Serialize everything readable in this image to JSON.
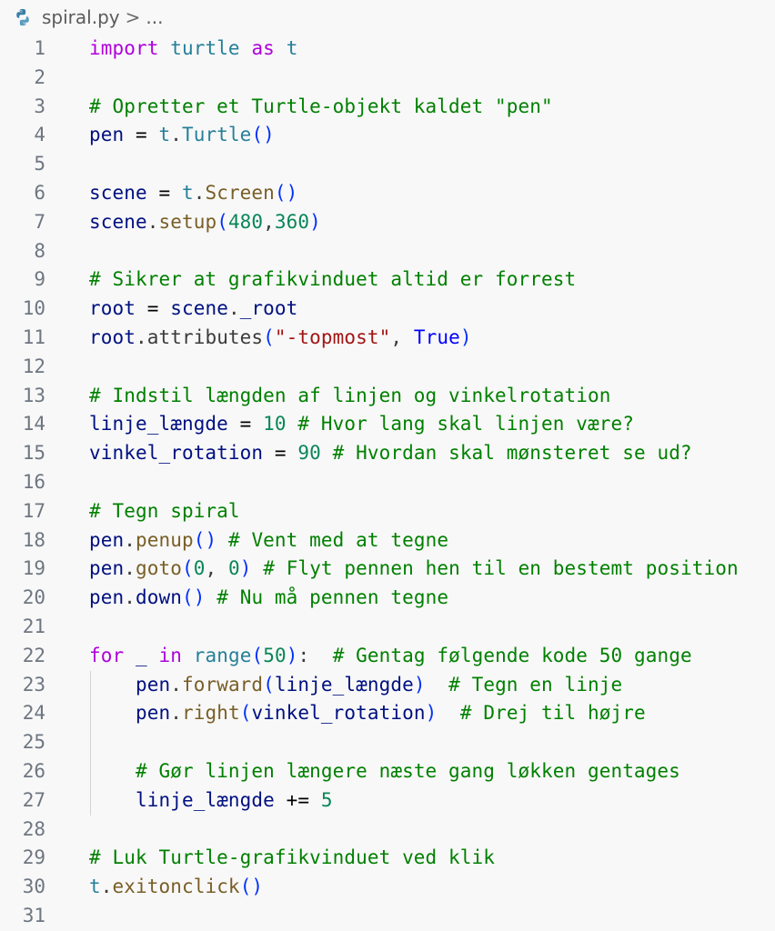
{
  "breadcrumb": {
    "file_icon": "python-icon",
    "filename": "spiral.py",
    "separator": ">",
    "ellipsis": "..."
  },
  "theme_colors": {
    "background": "#f8f8f8",
    "line_number": "#6e7681",
    "keyword": "#af00db",
    "module": "#267f99",
    "variable": "#001080",
    "function": "#795e26",
    "bracket": "#0431fa",
    "number": "#098658",
    "string": "#a31515",
    "constant": "#0000ff",
    "comment": "#008000"
  },
  "lines": [
    {
      "n": "1",
      "tokens": [
        [
          "kw",
          "import"
        ],
        [
          "punc",
          " "
        ],
        [
          "mod",
          "turtle"
        ],
        [
          "punc",
          " "
        ],
        [
          "kw",
          "as"
        ],
        [
          "punc",
          " "
        ],
        [
          "mod",
          "t"
        ]
      ]
    },
    {
      "n": "2",
      "tokens": []
    },
    {
      "n": "3",
      "tokens": [
        [
          "cmt",
          "# Opretter et Turtle-objekt kaldet \"pen\""
        ]
      ]
    },
    {
      "n": "4",
      "tokens": [
        [
          "var",
          "pen"
        ],
        [
          "op",
          " = "
        ],
        [
          "mod",
          "t"
        ],
        [
          "punc",
          "."
        ],
        [
          "mod",
          "Turtle"
        ],
        [
          "br",
          "()"
        ]
      ]
    },
    {
      "n": "5",
      "tokens": []
    },
    {
      "n": "6",
      "tokens": [
        [
          "var",
          "scene"
        ],
        [
          "op",
          " = "
        ],
        [
          "mod",
          "t"
        ],
        [
          "punc",
          "."
        ],
        [
          "fn",
          "Screen"
        ],
        [
          "br",
          "()"
        ]
      ]
    },
    {
      "n": "7",
      "tokens": [
        [
          "var",
          "scene"
        ],
        [
          "punc",
          "."
        ],
        [
          "fn",
          "setup"
        ],
        [
          "br",
          "("
        ],
        [
          "num",
          "480"
        ],
        [
          "punc",
          ","
        ],
        [
          "num",
          "360"
        ],
        [
          "br",
          ")"
        ]
      ]
    },
    {
      "n": "8",
      "tokens": []
    },
    {
      "n": "9",
      "tokens": [
        [
          "cmt",
          "# Sikrer at grafikvinduet altid er forrest"
        ]
      ]
    },
    {
      "n": "10",
      "tokens": [
        [
          "var",
          "root"
        ],
        [
          "op",
          " = "
        ],
        [
          "var",
          "scene"
        ],
        [
          "punc",
          "."
        ],
        [
          "var",
          "_root"
        ]
      ]
    },
    {
      "n": "11",
      "tokens": [
        [
          "var",
          "root"
        ],
        [
          "punc",
          "."
        ],
        [
          "punc",
          "attributes"
        ],
        [
          "br",
          "("
        ],
        [
          "str",
          "\"-topmost\""
        ],
        [
          "punc",
          ", "
        ],
        [
          "const",
          "True"
        ],
        [
          "br",
          ")"
        ]
      ]
    },
    {
      "n": "12",
      "tokens": []
    },
    {
      "n": "13",
      "tokens": [
        [
          "cmt",
          "# Indstil længden af linjen og vinkelrotation"
        ]
      ]
    },
    {
      "n": "14",
      "tokens": [
        [
          "var",
          "linje_længde"
        ],
        [
          "op",
          " = "
        ],
        [
          "num",
          "10"
        ],
        [
          "punc",
          " "
        ],
        [
          "cmt",
          "# Hvor lang skal linjen være?"
        ]
      ]
    },
    {
      "n": "15",
      "tokens": [
        [
          "var",
          "vinkel_rotation"
        ],
        [
          "op",
          " = "
        ],
        [
          "num",
          "90"
        ],
        [
          "punc",
          " "
        ],
        [
          "cmt",
          "# Hvordan skal mønsteret se ud?"
        ]
      ]
    },
    {
      "n": "16",
      "tokens": []
    },
    {
      "n": "17",
      "tokens": [
        [
          "cmt",
          "# Tegn spiral"
        ]
      ]
    },
    {
      "n": "18",
      "tokens": [
        [
          "var",
          "pen"
        ],
        [
          "punc",
          "."
        ],
        [
          "fn",
          "penup"
        ],
        [
          "br",
          "()"
        ],
        [
          "punc",
          " "
        ],
        [
          "cmt",
          "# Vent med at tegne"
        ]
      ]
    },
    {
      "n": "19",
      "tokens": [
        [
          "var",
          "pen"
        ],
        [
          "punc",
          "."
        ],
        [
          "fn",
          "goto"
        ],
        [
          "br",
          "("
        ],
        [
          "num",
          "0"
        ],
        [
          "punc",
          ", "
        ],
        [
          "num",
          "0"
        ],
        [
          "br",
          ")"
        ],
        [
          "punc",
          " "
        ],
        [
          "cmt",
          "# Flyt pennen hen til en bestemt position"
        ]
      ]
    },
    {
      "n": "20",
      "tokens": [
        [
          "var",
          "pen"
        ],
        [
          "punc",
          "."
        ],
        [
          "var",
          "down"
        ],
        [
          "br",
          "()"
        ],
        [
          "punc",
          " "
        ],
        [
          "cmt",
          "# Nu må pennen tegne"
        ]
      ]
    },
    {
      "n": "21",
      "tokens": []
    },
    {
      "n": "22",
      "tokens": [
        [
          "kw",
          "for"
        ],
        [
          "punc",
          " "
        ],
        [
          "var",
          "_"
        ],
        [
          "punc",
          " "
        ],
        [
          "kw",
          "in"
        ],
        [
          "punc",
          " "
        ],
        [
          "mod",
          "range"
        ],
        [
          "br",
          "("
        ],
        [
          "num",
          "50"
        ],
        [
          "br",
          ")"
        ],
        [
          "punc",
          ":  "
        ],
        [
          "cmt",
          "# Gentag følgende kode 50 gange"
        ]
      ]
    },
    {
      "n": "23",
      "indent": true,
      "tokens": [
        [
          "punc",
          "    "
        ],
        [
          "var",
          "pen"
        ],
        [
          "punc",
          "."
        ],
        [
          "fn",
          "forward"
        ],
        [
          "br",
          "("
        ],
        [
          "var",
          "linje_længde"
        ],
        [
          "br",
          ")"
        ],
        [
          "punc",
          "  "
        ],
        [
          "cmt",
          "# Tegn en linje"
        ]
      ]
    },
    {
      "n": "24",
      "indent": true,
      "tokens": [
        [
          "punc",
          "    "
        ],
        [
          "var",
          "pen"
        ],
        [
          "punc",
          "."
        ],
        [
          "fn",
          "right"
        ],
        [
          "br",
          "("
        ],
        [
          "var",
          "vinkel_rotation"
        ],
        [
          "br",
          ")"
        ],
        [
          "punc",
          "  "
        ],
        [
          "cmt",
          "# Drej til højre"
        ]
      ]
    },
    {
      "n": "25",
      "indent": true,
      "tokens": []
    },
    {
      "n": "26",
      "indent": true,
      "tokens": [
        [
          "punc",
          "    "
        ],
        [
          "cmt",
          "# Gør linjen længere næste gang løkken gentages"
        ]
      ]
    },
    {
      "n": "27",
      "indent": true,
      "tokens": [
        [
          "punc",
          "    "
        ],
        [
          "var",
          "linje_længde"
        ],
        [
          "op",
          " += "
        ],
        [
          "num",
          "5"
        ]
      ]
    },
    {
      "n": "28",
      "tokens": []
    },
    {
      "n": "29",
      "tokens": [
        [
          "cmt",
          "# Luk Turtle-grafikvinduet ved klik"
        ]
      ]
    },
    {
      "n": "30",
      "tokens": [
        [
          "mod",
          "t"
        ],
        [
          "punc",
          "."
        ],
        [
          "fn",
          "exitonclick"
        ],
        [
          "br",
          "()"
        ]
      ]
    },
    {
      "n": "31",
      "tokens": []
    }
  ]
}
